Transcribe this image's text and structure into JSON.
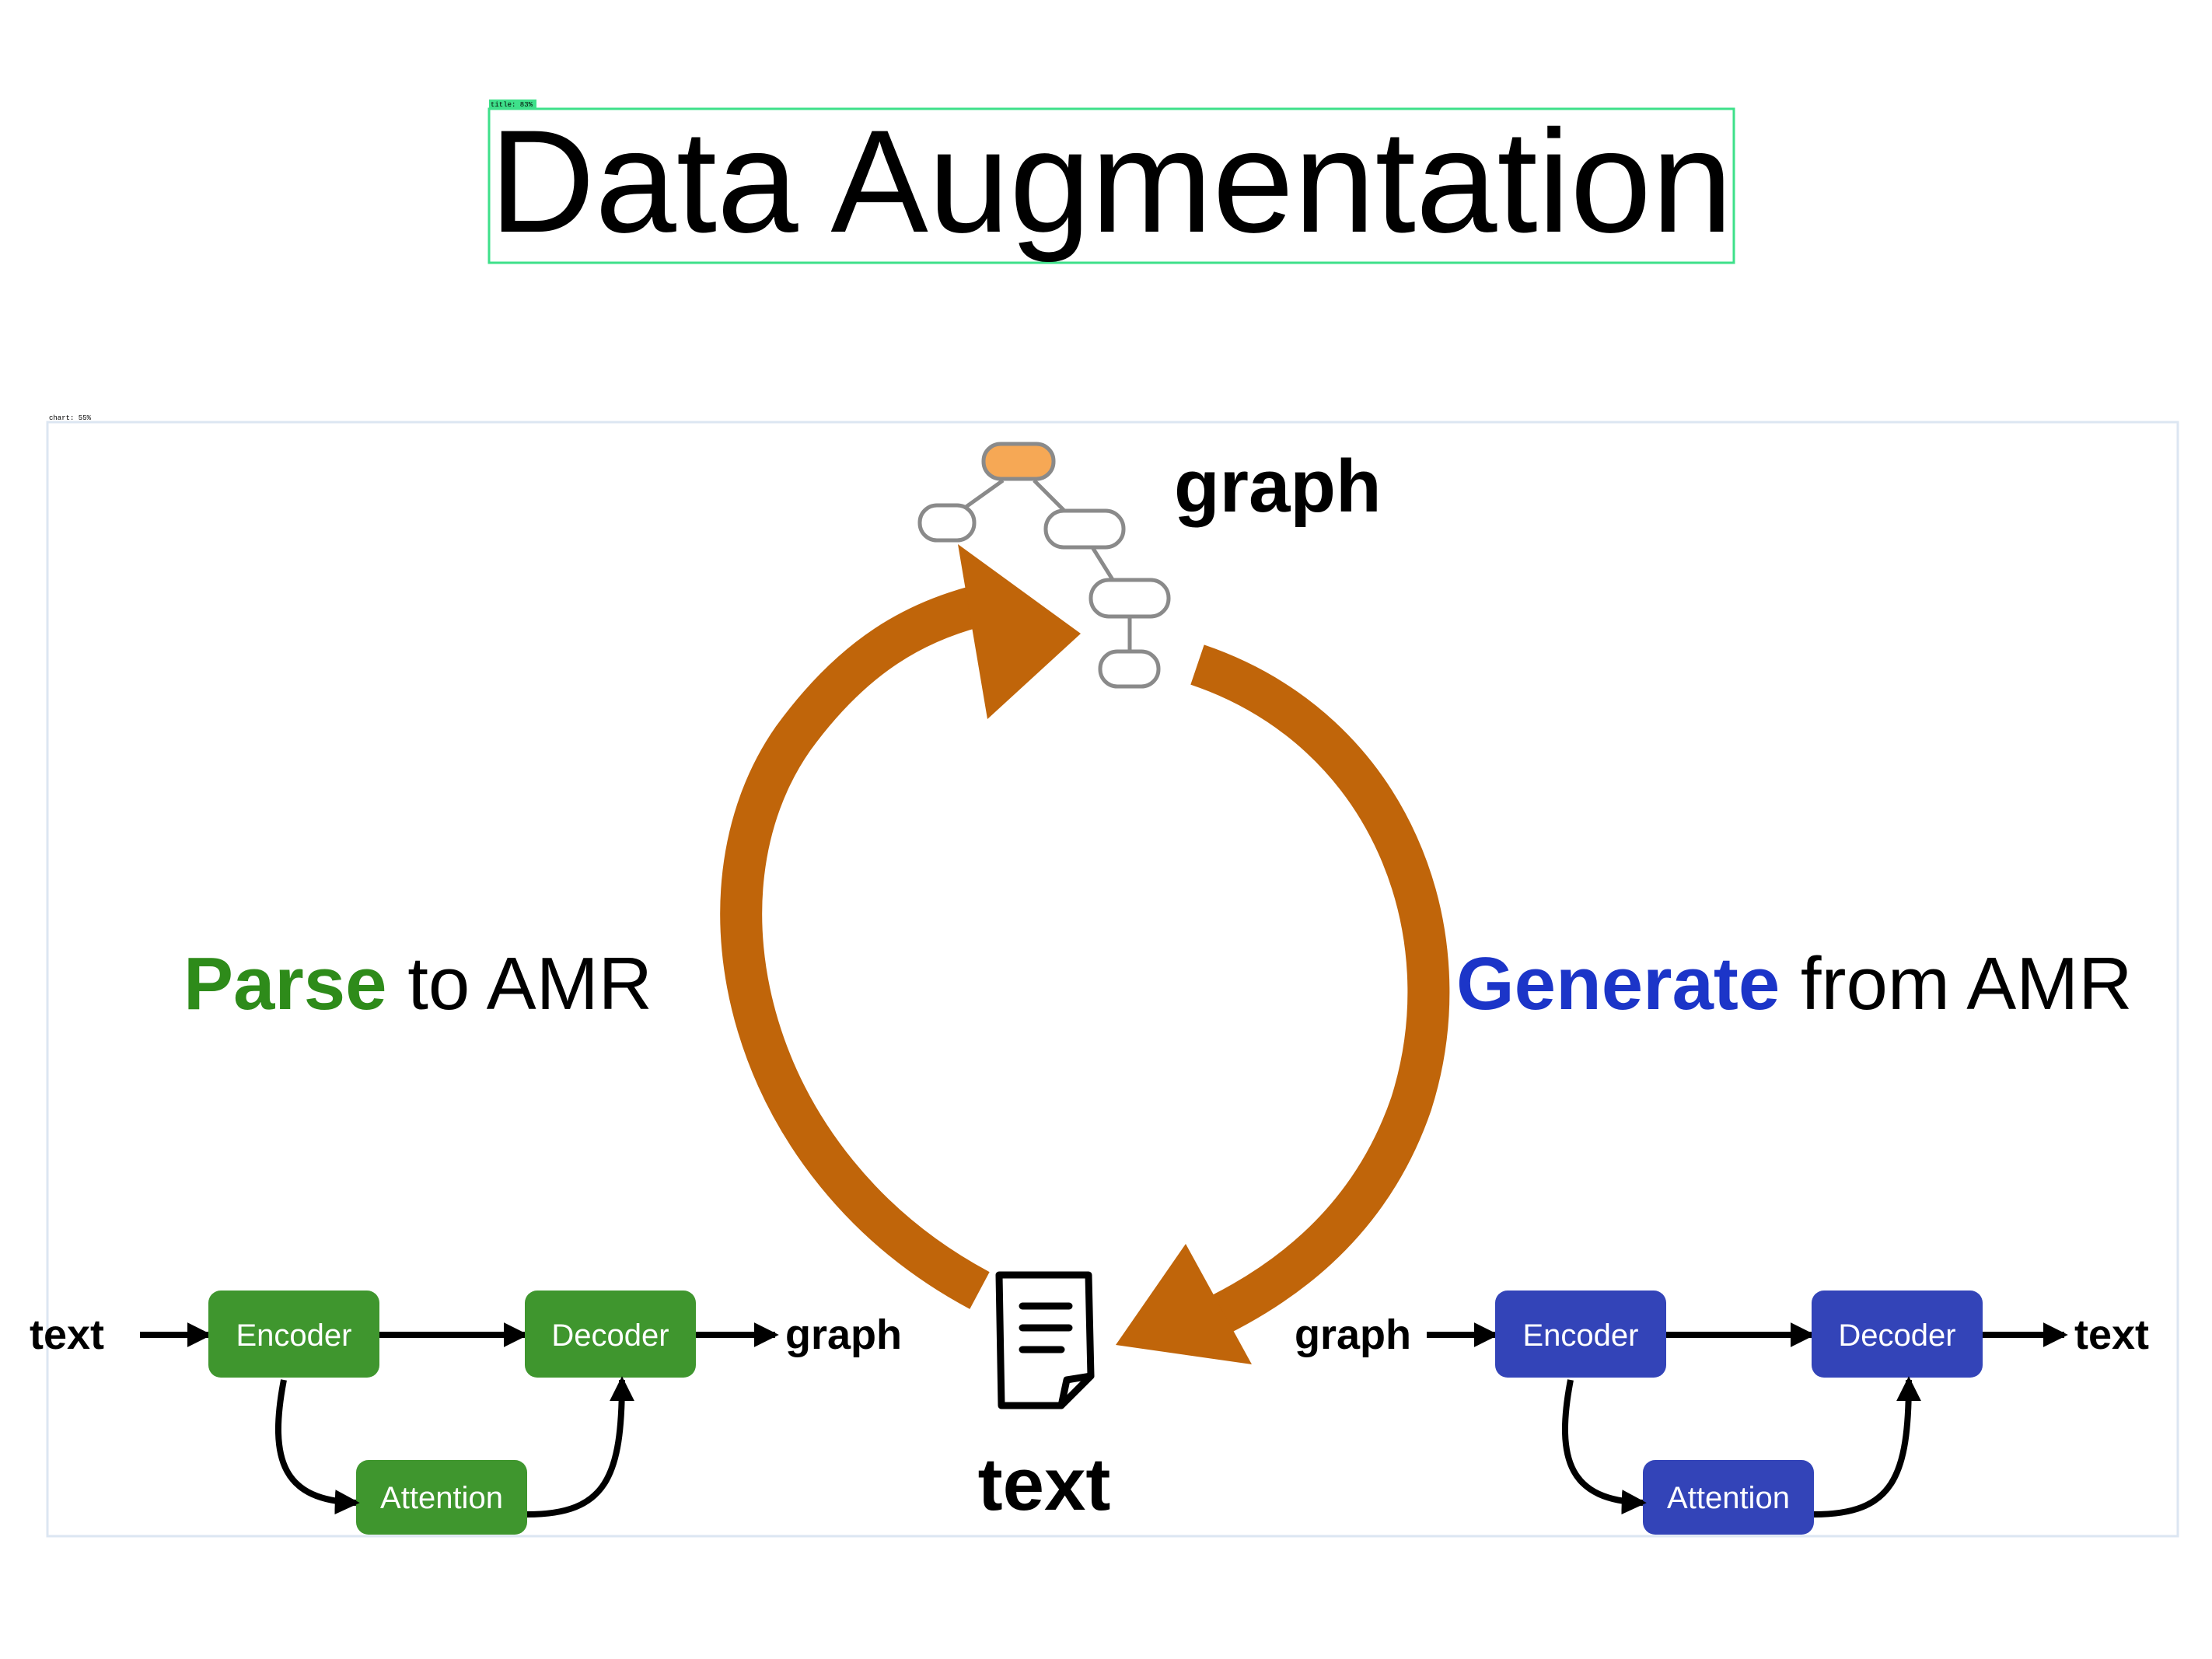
{
  "annotations": {
    "title_box_label": "title: 83%",
    "chart_box_label": "chart: 55%"
  },
  "title": "Data Augmentation",
  "cycle": {
    "top_label": "graph",
    "bottom_label": "text",
    "left_label": {
      "emphasis": "Parse",
      "rest": " to AMR"
    },
    "right_label": {
      "emphasis": "Generate",
      "rest": " from AMR"
    }
  },
  "parser": {
    "input": "text",
    "encoder": "Encoder",
    "decoder": "Decoder",
    "attention": "Attention",
    "output": "graph"
  },
  "generator": {
    "input": "graph",
    "encoder": "Encoder",
    "decoder": "Decoder",
    "attention": "Attention",
    "output": "text"
  },
  "colors": {
    "cycle_arrow": "#c0650a",
    "parse": "#2e8b1a",
    "generate": "#1c35c8",
    "parser_box": "#3f962e",
    "generator_box": "#3344b8",
    "graph_root_node": "#f6a855",
    "detection_box": "#3ee08a"
  },
  "icons": {
    "graph": "amr-graph-icon",
    "text": "document-icon"
  }
}
